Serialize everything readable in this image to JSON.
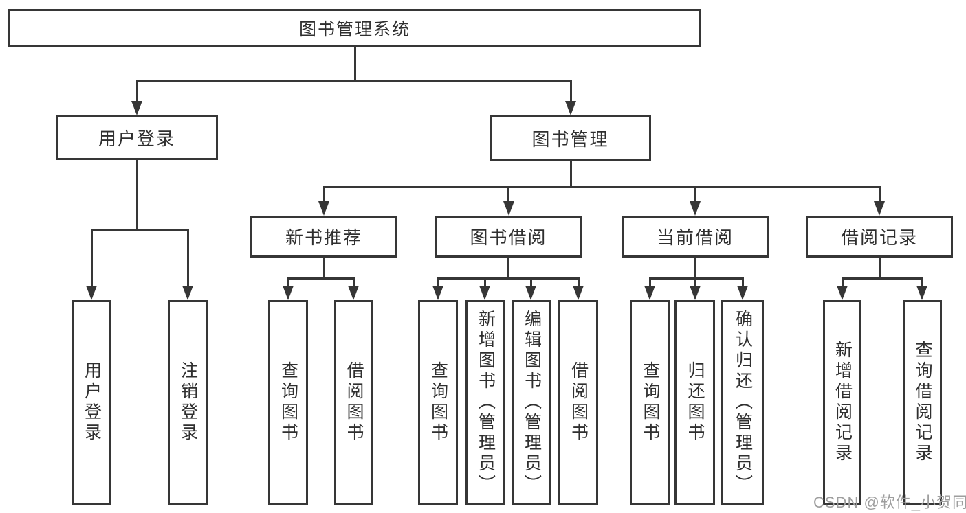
{
  "colors": {
    "line": "#363636",
    "text": "#2f2f2f",
    "box_background": "#ffffff",
    "background": "#ffffff",
    "watermark": "#9e9e9e"
  },
  "diagram": {
    "root": {
      "label": "图书管理系统"
    },
    "branches": {
      "user_login": {
        "label": "用户登录"
      },
      "book_management": {
        "label": "图书管理"
      }
    },
    "modules": {
      "new_book_recommend": {
        "label": "新书推荐"
      },
      "book_borrowing": {
        "label": "图书借阅"
      },
      "current_borrowing": {
        "label": "当前借阅"
      },
      "borrowing_records": {
        "label": "借阅记录"
      }
    },
    "leaves": {
      "user_login": [
        {
          "label": "用户登录"
        },
        {
          "label": "注销登录"
        }
      ],
      "new_book_recommend": [
        {
          "label": "查询图书"
        },
        {
          "label": "借阅图书"
        }
      ],
      "book_borrowing": [
        {
          "label": "查询图书"
        },
        {
          "label": "新增图书（管理员）"
        },
        {
          "label": "编辑图书（管理员）"
        },
        {
          "label": "借阅图书"
        }
      ],
      "current_borrowing": [
        {
          "label": "查询图书"
        },
        {
          "label": "归还图书"
        },
        {
          "label": "确认归还（管理员）"
        }
      ],
      "borrowing_records": [
        {
          "label": "新增借阅记录"
        },
        {
          "label": "查询借阅记录"
        }
      ]
    }
  },
  "watermark": {
    "text": "CSDN @软件_小贺同学"
  }
}
